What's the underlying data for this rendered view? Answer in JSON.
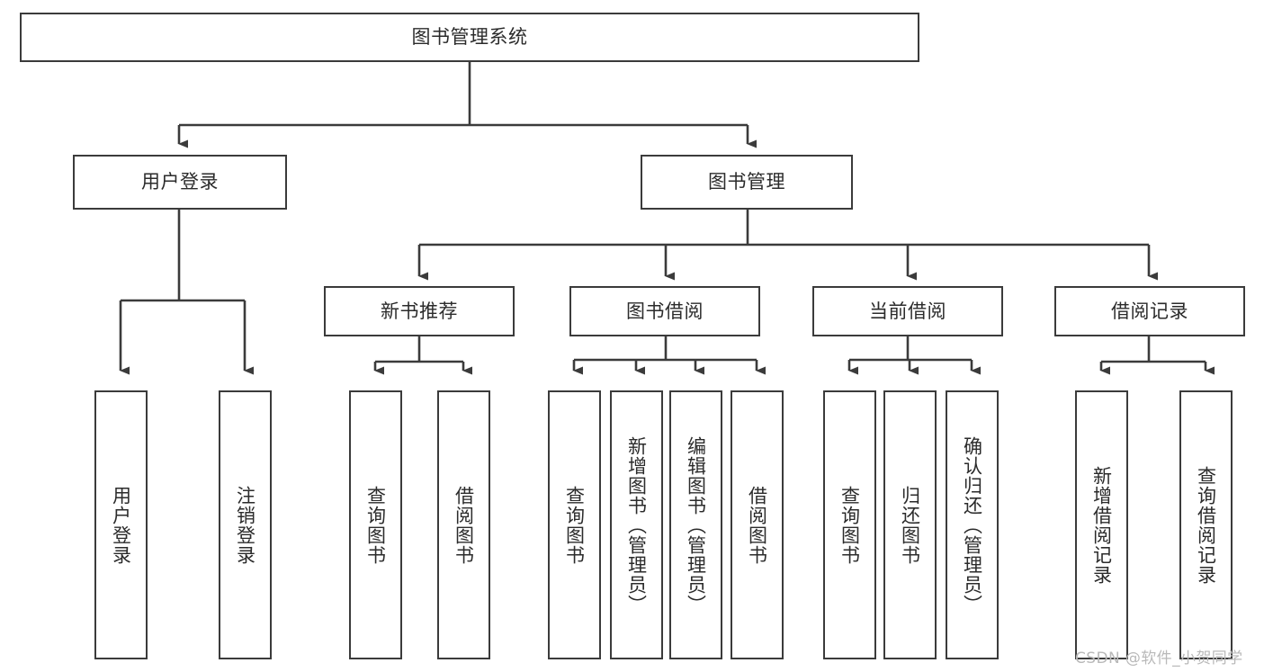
{
  "diagram": {
    "title": "图书管理系统",
    "type": "hierarchy-tree",
    "watermark": "CSDN @软件_小贺同学",
    "colors": {
      "stroke": "#3b3b3b",
      "fill": "#ffffff",
      "text": "#2b2b2b",
      "watermark": "#b9b9b9"
    },
    "levels": {
      "root": {
        "label": "图书管理系统"
      },
      "level2": [
        {
          "label": "用户登录"
        },
        {
          "label": "图书管理"
        }
      ],
      "level3": [
        {
          "label": "新书推荐"
        },
        {
          "label": "图书借阅"
        },
        {
          "label": "当前借阅"
        },
        {
          "label": "借阅记录"
        }
      ],
      "leaves": {
        "user_login": [
          {
            "label": "用户登录"
          },
          {
            "label": "注销登录"
          }
        ],
        "new_book_recommend": [
          {
            "label": "查询图书"
          },
          {
            "label": "借阅图书"
          }
        ],
        "book_borrow": [
          {
            "label": "查询图书"
          },
          {
            "label": "新增图书（管理员）"
          },
          {
            "label": "编辑图书（管理员）"
          },
          {
            "label": "借阅图书"
          }
        ],
        "current_borrow": [
          {
            "label": "查询图书"
          },
          {
            "label": "归还图书"
          },
          {
            "label": "确认归还（管理员）"
          }
        ],
        "borrow_record": [
          {
            "label": "新增借阅记录"
          },
          {
            "label": "查询借阅记录"
          }
        ]
      }
    }
  }
}
